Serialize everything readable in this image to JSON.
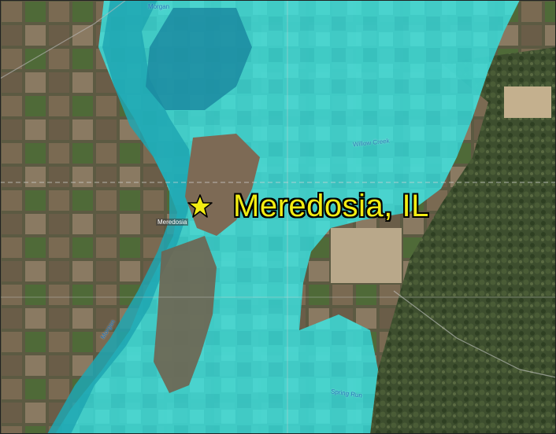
{
  "map": {
    "city_label": "Meredosia, IL",
    "town_label": "Meredosia",
    "water_labels": {
      "morgan_top": "Morgan",
      "willow_creek": "Willow Creek",
      "morgan_bottom": "Morgan",
      "spring_run": "Spring Run"
    },
    "marker_icon": "star-icon",
    "colors": {
      "flood_overlay": "#33d6d6",
      "city_label": "#f2ec12",
      "water_label": "#1e73b8",
      "marker": "#f2ec12"
    }
  }
}
